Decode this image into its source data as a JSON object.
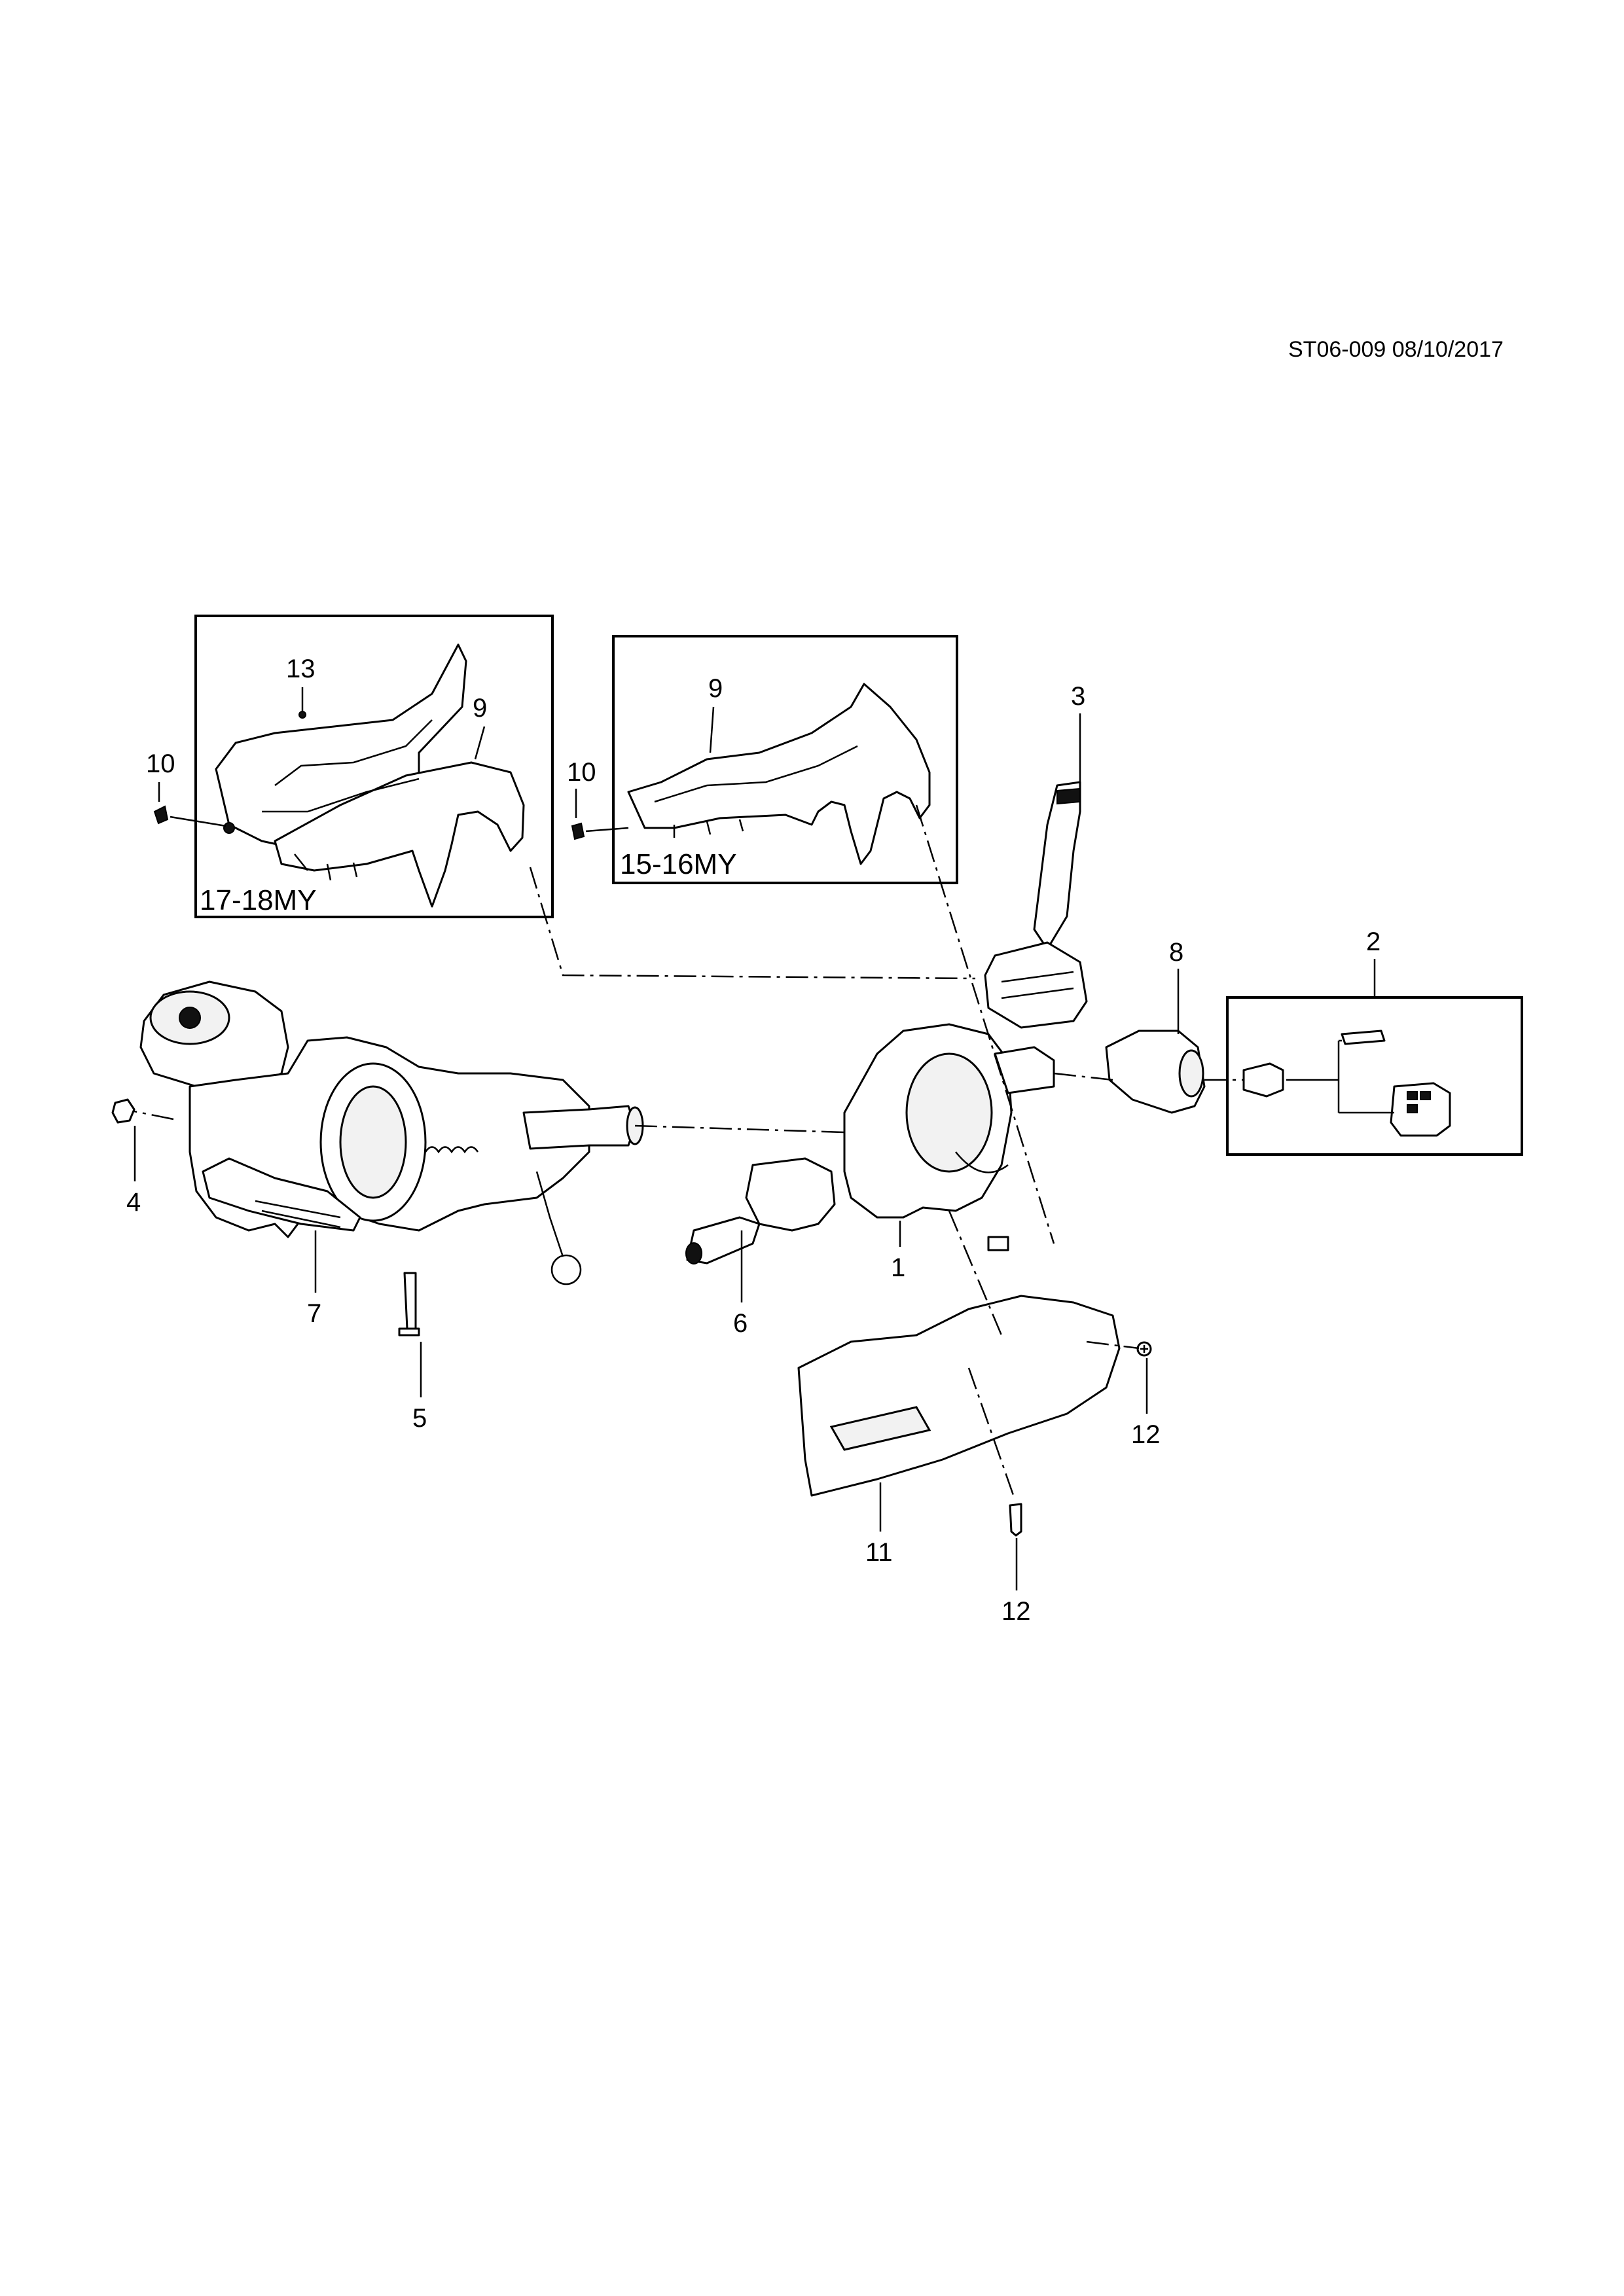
{
  "header": {
    "doc_code": "ST06-009 08/10/2017"
  },
  "variants": {
    "my_17_18": "17-18MY",
    "my_15_16": "15-16MY"
  },
  "callouts": {
    "c1": "1",
    "c2": "2",
    "c3": "3",
    "c4": "4",
    "c5": "5",
    "c6": "6",
    "c7": "7",
    "c8": "8",
    "c9a": "9",
    "c9b": "9",
    "c10a": "10",
    "c10b": "10",
    "c11": "11",
    "c12a": "12",
    "c12b": "12",
    "c13": "13"
  }
}
